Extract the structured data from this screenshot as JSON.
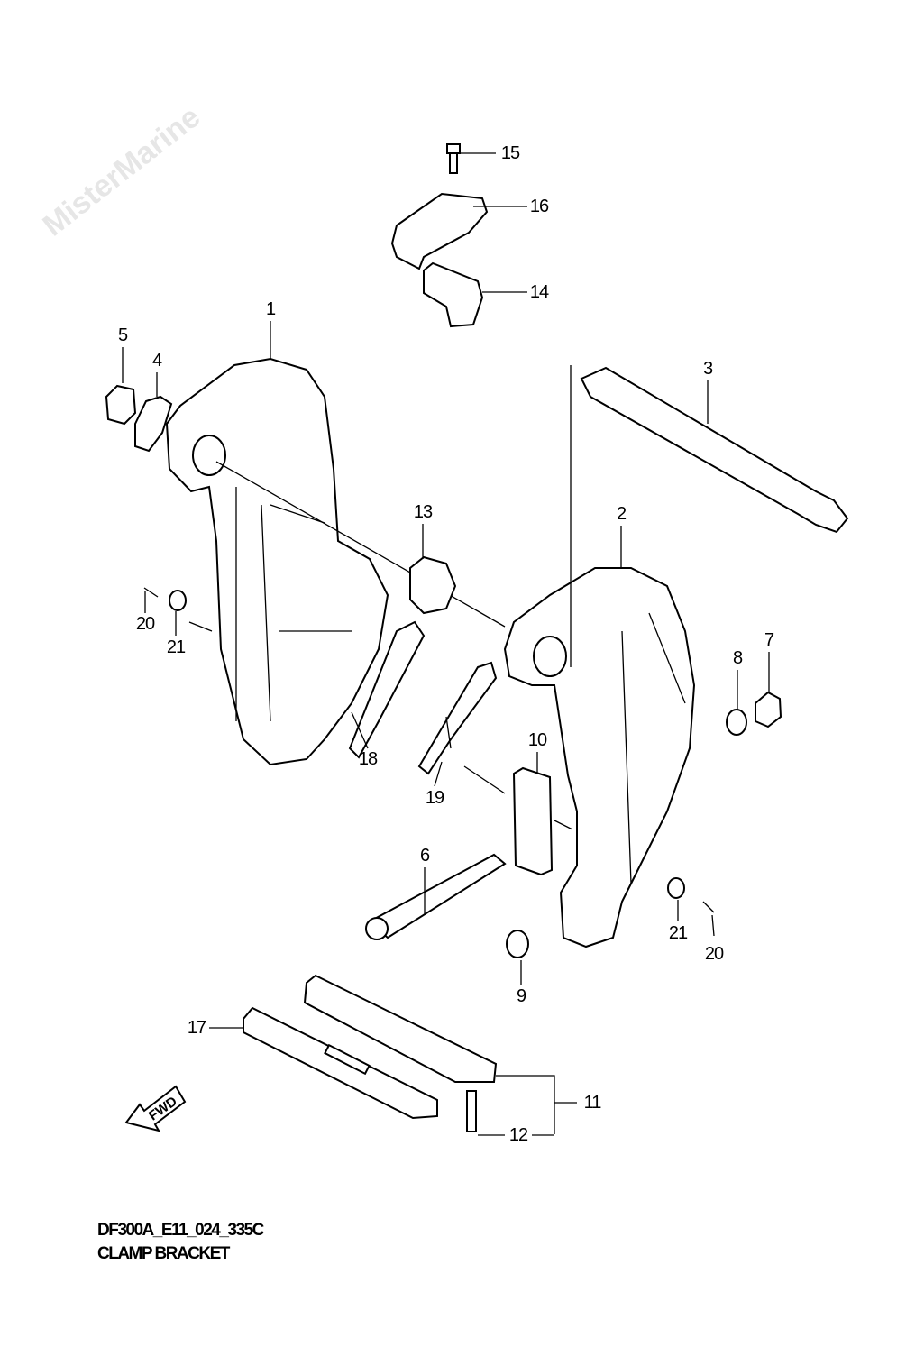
{
  "watermark": "MisterMarine",
  "diagram": {
    "code": "DF300A_E11_024_335C",
    "title": "CLAMP BRACKET",
    "fwd_label": "FWD",
    "callouts": [
      "1",
      "2",
      "3",
      "4",
      "5",
      "6",
      "7",
      "8",
      "9",
      "10",
      "11",
      "12",
      "13",
      "14",
      "15",
      "16",
      "17",
      "18",
      "19",
      "20",
      "20",
      "21",
      "21"
    ]
  }
}
